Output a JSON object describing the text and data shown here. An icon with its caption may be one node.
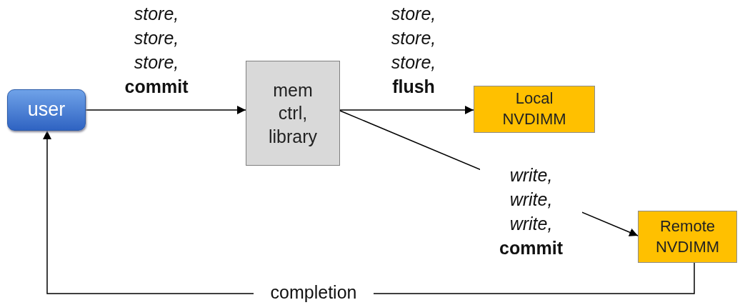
{
  "diagram": {
    "nodes": [
      {
        "text": [
          "user"
        ]
      },
      {
        "text": [
          "mem ctrl, library"
        ]
      },
      {
        "text": [
          "Local NVDIMM"
        ]
      },
      {
        "text": [
          "Remote NVDIMM"
        ]
      }
    ],
    "edges": [
      {
        "from": 0,
        "to": 1,
        "arrow": "to",
        "label": "*store,* *store,* *store,* **commit**"
      },
      {
        "from": 1,
        "to": 2,
        "arrow": "to",
        "label": "*store,* *store,* *store,* **flush**"
      },
      {
        "from": 1,
        "to": 3,
        "arrow": "to",
        "label": "*write,* *write,* *write,* **commit**"
      },
      {
        "from": 3,
        "to": 0,
        "arrow": "to",
        "label": "completion"
      }
    ]
  }
}
